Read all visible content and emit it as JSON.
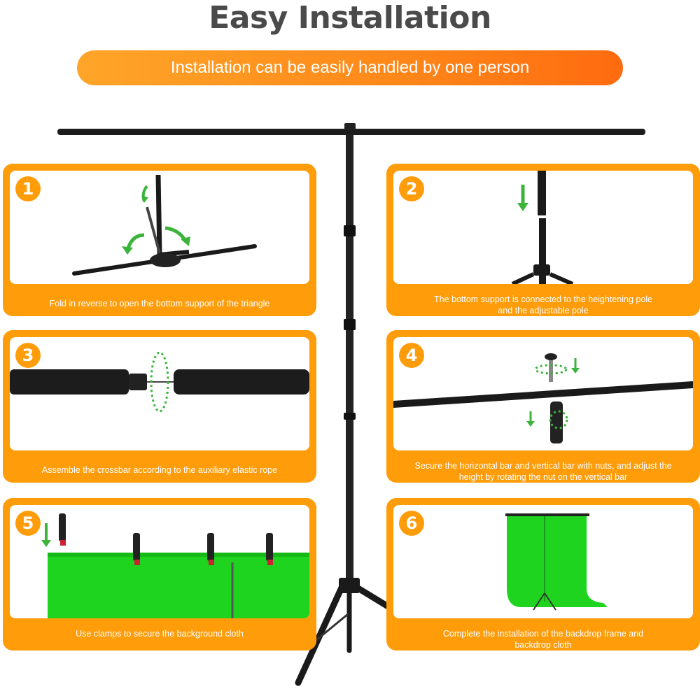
{
  "header": {
    "title": "Easy Installation",
    "subtitle": "Installation can be easily handled by one person"
  },
  "steps": [
    {
      "number": "1",
      "caption": "Fold in reverse to open the bottom support of the triangle"
    },
    {
      "number": "2",
      "caption_line1": "The bottom support is connected to the heightening pole",
      "caption_line2": "and the adjustable pole"
    },
    {
      "number": "3",
      "caption": "Assemble the crossbar according to the auxiliary elastic rope"
    },
    {
      "number": "4",
      "caption_line1": "Secure the horizontal bar and vertical bar with nuts, and adjust the",
      "caption_line2": "height by rotating the nut on the vertical bar"
    },
    {
      "number": "5",
      "caption": "Use clamps to secure the background cloth"
    },
    {
      "number": "6",
      "caption_line1": "Complete the installation of the backdrop frame and",
      "caption_line2": "backdrop cloth"
    }
  ],
  "colors": {
    "accent_orange": "#ff9c0a",
    "arrow_green": "#3cb43c",
    "backdrop_green": "#1ed41e",
    "title_gray": "#4a4a4a"
  }
}
